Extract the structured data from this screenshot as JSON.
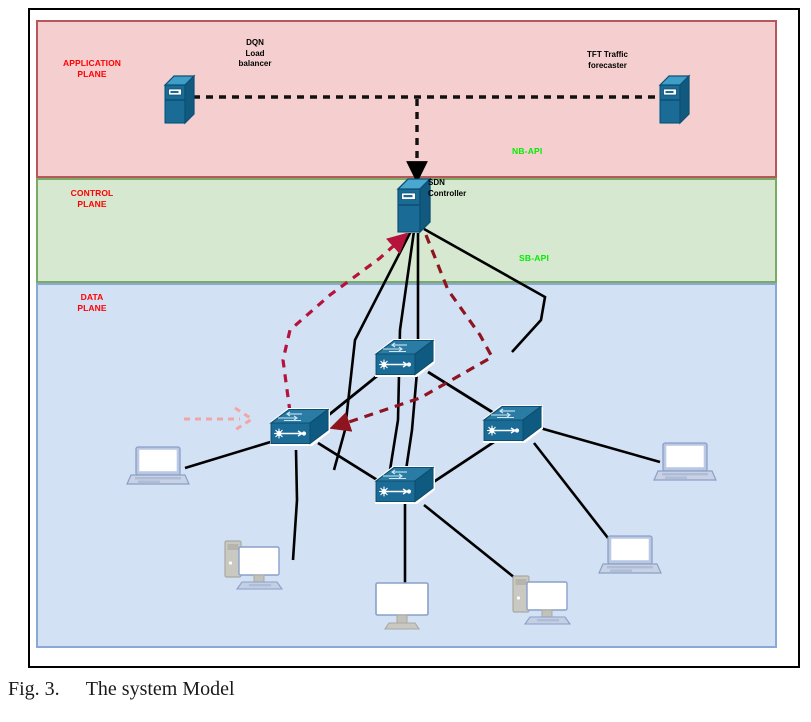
{
  "figure": {
    "caption_number": "Fig. 3.",
    "caption_text": "The system Model"
  },
  "colors": {
    "application_plane_fill": "#f5cfcf",
    "application_plane_border": "#b4585c",
    "control_plane_fill": "#d6e8d0",
    "control_plane_border": "#7aab63",
    "data_plane_fill": "#d3e1f5",
    "data_plane_border": "#8aa8d4",
    "plane_label": "#ff0000",
    "api_label": "#00ee00",
    "device_blue": "#1a6b96",
    "device_blue_dark": "#11547a",
    "link_black": "#000000",
    "feedback_arrow_crimson": "#b5123c",
    "flow_arrow_dark_red": "#8e1420",
    "faded_arrow_pink": "#f1a6a6"
  },
  "planes": [
    {
      "id": "application",
      "label": "APPLICATION\nPLANE"
    },
    {
      "id": "control",
      "label": "CONTROL\nPLANE"
    },
    {
      "id": "data",
      "label": "DATA\nPLANE"
    }
  ],
  "api_labels": {
    "northbound": "NB-API",
    "southbound": "SB-API"
  },
  "application_nodes": [
    {
      "id": "dqn-load-balancer",
      "label": "DQN\nLoad\nbalancer",
      "icon": "server-icon"
    },
    {
      "id": "tft-traffic-forecaster",
      "label": "TFT Traffic\nforecaster",
      "icon": "server-icon"
    }
  ],
  "control_nodes": [
    {
      "id": "sdn-controller",
      "label": "SDN\nController",
      "icon": "server-icon"
    }
  ],
  "data_nodes": {
    "switches": [
      {
        "id": "switch-top",
        "icon": "network-switch-icon"
      },
      {
        "id": "switch-left",
        "icon": "network-switch-icon"
      },
      {
        "id": "switch-right",
        "icon": "network-switch-icon"
      },
      {
        "id": "switch-bottom",
        "icon": "network-switch-icon"
      }
    ],
    "hosts": [
      {
        "id": "laptop-left",
        "icon": "laptop-icon"
      },
      {
        "id": "laptop-right-top",
        "icon": "laptop-icon"
      },
      {
        "id": "laptop-right-bottom",
        "icon": "laptop-icon"
      },
      {
        "id": "desktop-left",
        "icon": "desktop-computer-icon"
      },
      {
        "id": "monitor-center",
        "icon": "monitor-icon"
      },
      {
        "id": "desktop-right",
        "icon": "desktop-computer-icon"
      }
    ]
  },
  "connections": {
    "dashed_black": [
      "dqn-load-balancer -> tft-traffic-forecaster",
      "application-bus -> sdn-controller"
    ],
    "solid_black": [
      "sdn-controller -> switch-left",
      "sdn-controller -> switch-top",
      "sdn-controller -> switch-bottom",
      "sdn-controller -> switch-right",
      "switch-left -> switch-top",
      "switch-left -> switch-bottom",
      "switch-top -> switch-right",
      "switch-right -> switch-bottom",
      "switch-left -> laptop-left",
      "switch-left -> desktop-left",
      "switch-right -> laptop-right-top",
      "switch-right -> laptop-right-bottom",
      "switch-bottom -> monitor-center",
      "switch-bottom -> desktop-right"
    ],
    "dashed_crimson": [
      "switch-left -> sdn-controller (feedback)"
    ],
    "dashed_dark_red": [
      "sdn-controller -> switch-left (flow rule)"
    ],
    "faded_pink_arrow": [
      "incoming traffic -> switch-left"
    ]
  }
}
